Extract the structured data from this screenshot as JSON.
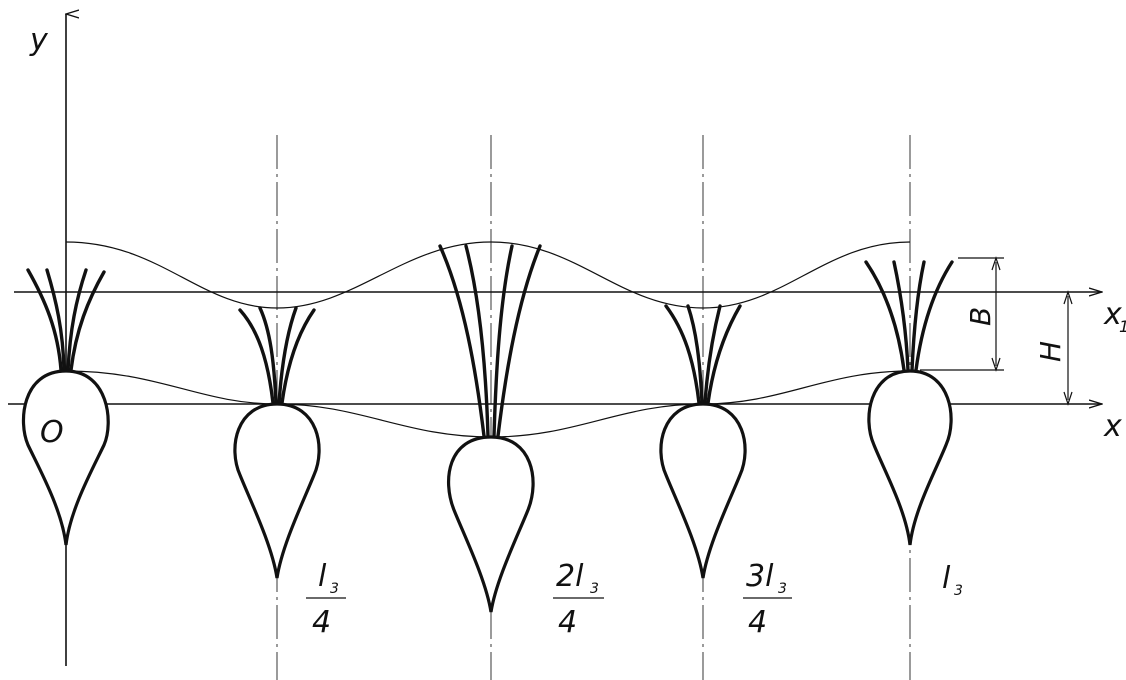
{
  "labels": {
    "y_axis": "y",
    "x_axis": "x",
    "x1_axis": "x",
    "x1_subscript": "1",
    "origin": "O",
    "B": "B",
    "H": "H",
    "l_quarter_num": "l",
    "l_quarter_sub": "3",
    "l_quarter_den": "4",
    "l_half_num": "2l",
    "l_half_sub": "3",
    "l_half_den": "4",
    "l_3q_num": "3l",
    "l_3q_sub": "3",
    "l_3q_den": "4",
    "l_full": "l",
    "l_full_sub": "3"
  }
}
